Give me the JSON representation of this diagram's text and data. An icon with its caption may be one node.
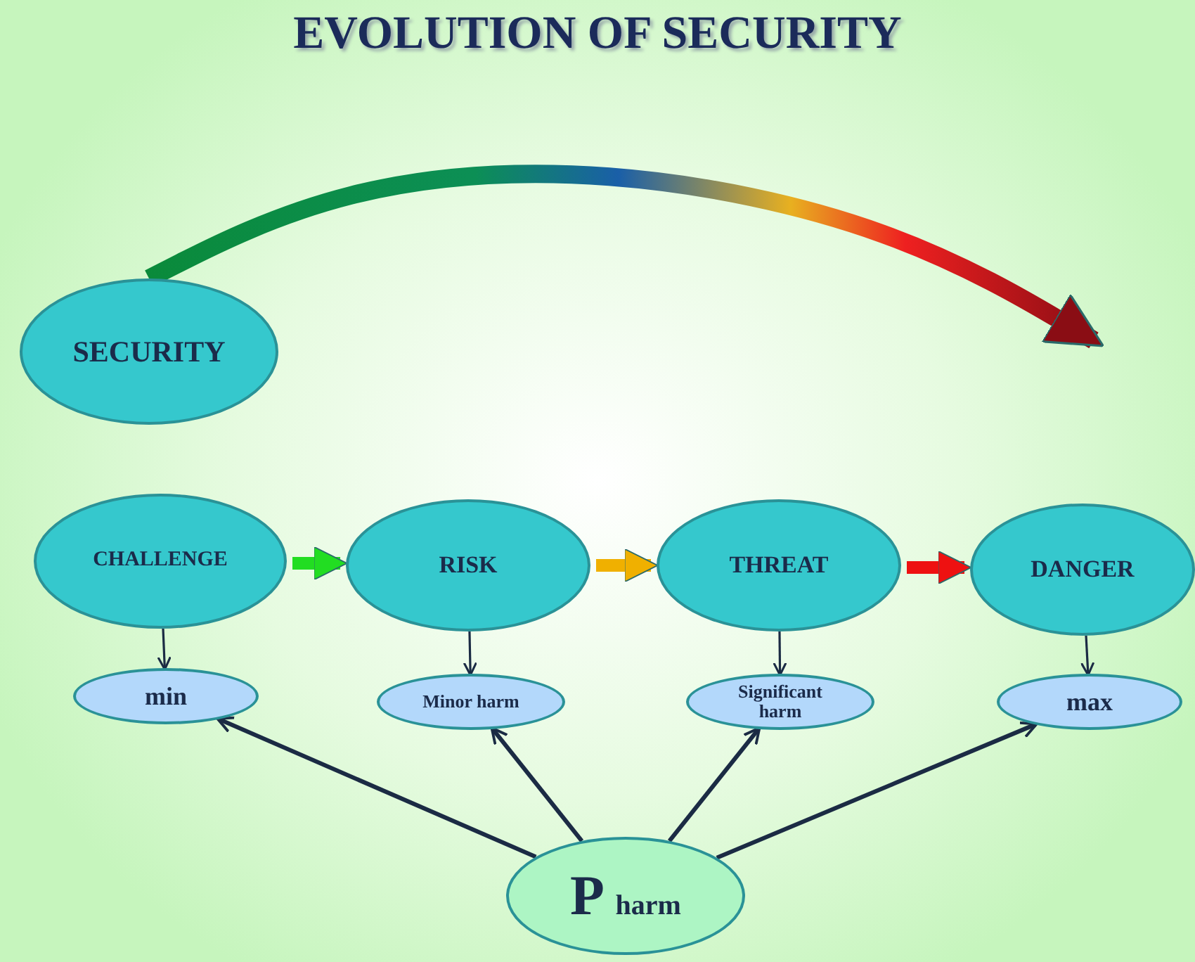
{
  "diagram": {
    "title": "EVOLUTION OF SECURITY",
    "nodes": [
      {
        "text": [
          "SECURITY"
        ]
      },
      {
        "text": [
          "CHALLENGE"
        ]
      },
      {
        "text": [
          "RISK"
        ]
      },
      {
        "text": [
          "THREAT"
        ]
      },
      {
        "text": [
          "DANGER"
        ]
      },
      {
        "text": [
          "min"
        ]
      },
      {
        "text": [
          "Minor harm"
        ]
      },
      {
        "text": [
          "Significant harm"
        ]
      },
      {
        "text": [
          "max"
        ]
      },
      {
        "text": [
          "P $_{harm}$"
        ]
      }
    ],
    "edges": [
      {
        "from": 0,
        "to": null,
        "arrow": "to",
        "style": "thick"
      },
      {
        "from": 1,
        "to": 2,
        "arrow": "to",
        "style": "thick",
        "color": "#22dd22"
      },
      {
        "from": 2,
        "to": 3,
        "arrow": "to",
        "style": "thick",
        "color": "#f0b000"
      },
      {
        "from": 3,
        "to": 4,
        "arrow": "to",
        "style": "thick",
        "color": "#ee1111"
      },
      {
        "from": 1,
        "to": 5,
        "arrow": "to"
      },
      {
        "from": 2,
        "to": 6,
        "arrow": "to"
      },
      {
        "from": 3,
        "to": 7,
        "arrow": "to"
      },
      {
        "from": 4,
        "to": 8,
        "arrow": "to"
      },
      {
        "from": 9,
        "to": 5,
        "arrow": "to"
      },
      {
        "from": 9,
        "to": 6,
        "arrow": "to"
      },
      {
        "from": 9,
        "to": 7,
        "arrow": "to"
      },
      {
        "from": 9,
        "to": 8,
        "arrow": "to"
      }
    ]
  }
}
